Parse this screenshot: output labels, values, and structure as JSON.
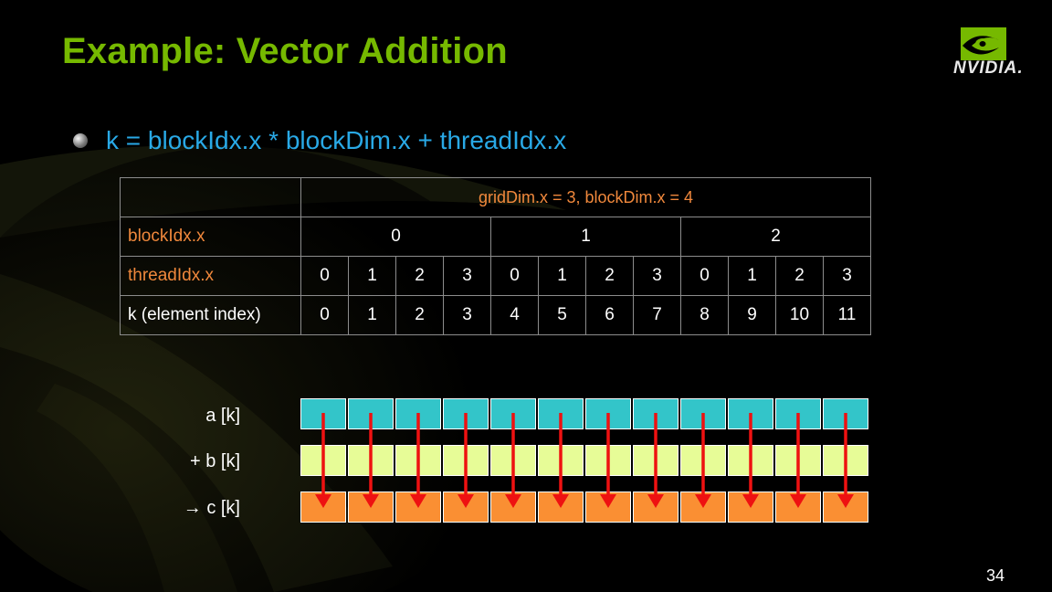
{
  "title": "Example: Vector Addition",
  "logo_text": "NVIDIA.",
  "bullet": "k = blockIdx.x * blockDim.x + threadIdx.x",
  "table": {
    "header": "gridDim.x = 3,   blockDim.x = 4",
    "row_labels": [
      "blockIdx.x",
      "threadIdx.x",
      "k (element index)"
    ],
    "block_idx": [
      "0",
      "1",
      "2"
    ],
    "thread_idx": [
      "0",
      "1",
      "2",
      "3",
      "0",
      "1",
      "2",
      "3",
      "0",
      "1",
      "2",
      "3"
    ],
    "k": [
      "0",
      "1",
      "2",
      "3",
      "4",
      "5",
      "6",
      "7",
      "8",
      "9",
      "10",
      "11"
    ]
  },
  "arrays": {
    "a_label": "a [k]",
    "b_label": "+ b [k]",
    "c_label": "→ c [k]",
    "count": 12
  },
  "colors": {
    "title": "#76b900",
    "bullet": "#29a9e6",
    "label_orange": "#f0883c",
    "a_cells": "#33c5c9",
    "b_cells": "#e7fc97",
    "c_cells": "#fa8f33",
    "arrow": "#ee1111"
  },
  "page_number": "34"
}
